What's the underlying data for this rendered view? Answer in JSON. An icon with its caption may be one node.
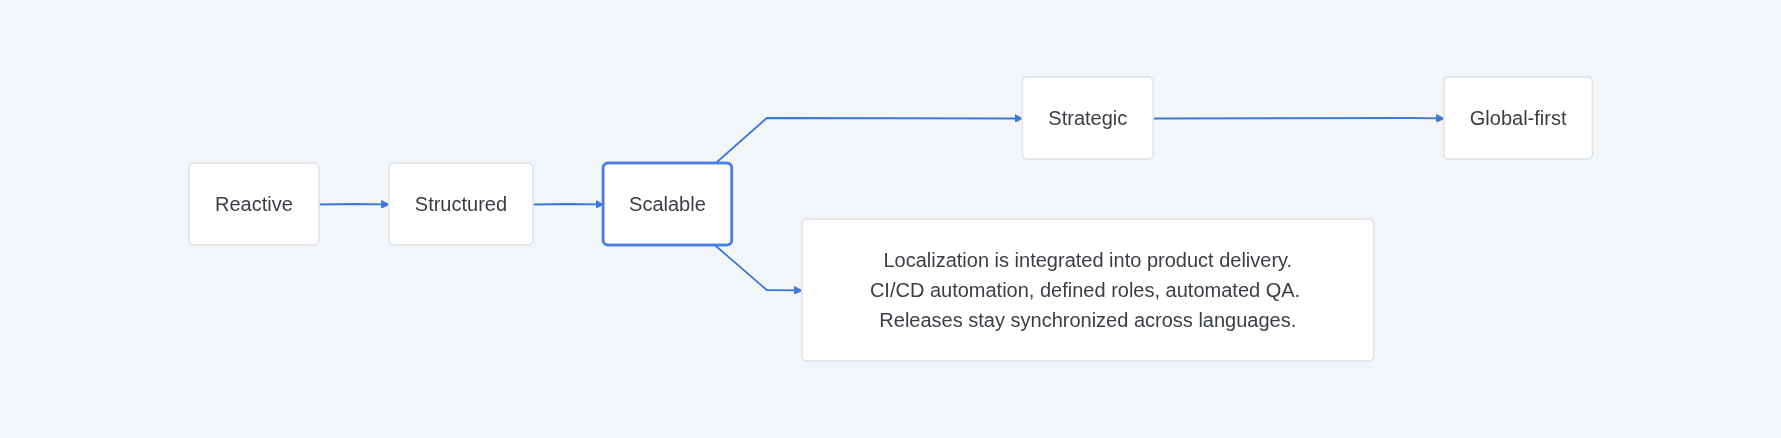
{
  "diagram": {
    "nodes": [
      {
        "text": [
          "Reactive"
        ]
      },
      {
        "text": [
          "Structured"
        ]
      },
      {
        "text": [
          "Scalable"
        ]
      },
      {
        "text": [
          "Strategic"
        ]
      },
      {
        "text": [
          "Global-first"
        ]
      },
      {
        "text": [
          "Localization is integrated into product delivery.",
          "CI/CD automation, defined roles, automated QA. Releases stay synchronized across languages."
        ]
      }
    ],
    "edges": [
      {
        "from": 0,
        "to": 1,
        "arrow": "to"
      },
      {
        "from": 1,
        "to": 2,
        "arrow": "to"
      },
      {
        "from": 2,
        "to": 3,
        "arrow": "to"
      },
      {
        "from": 3,
        "to": 4,
        "arrow": "to"
      },
      {
        "from": 2,
        "to": 5,
        "arrow": "to"
      }
    ]
  }
}
